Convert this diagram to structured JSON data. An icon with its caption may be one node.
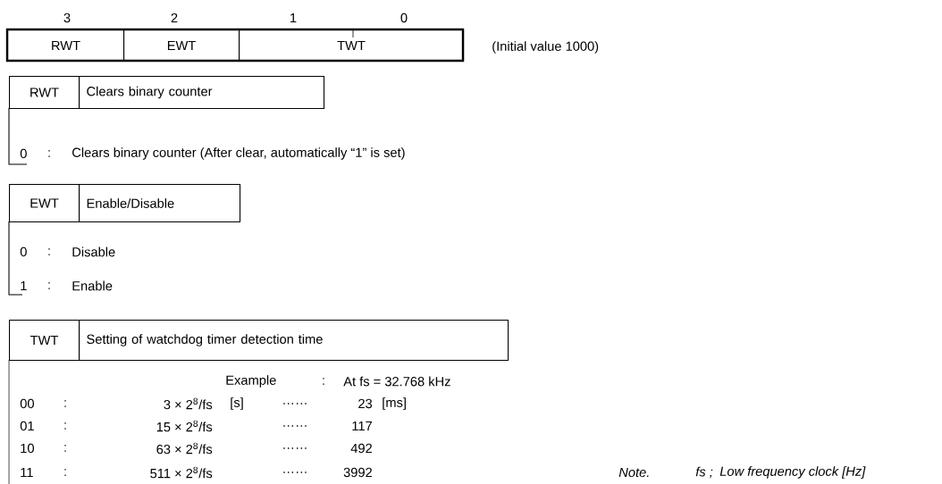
{
  "diagram": {
    "nodes": [
      {
        "text": [
          "RWT"
        ]
      },
      {
        "text": [
          "EWT"
        ]
      },
      {
        "text": [
          "TWT"
        ]
      },
      {
        "text": [
          "RWT"
        ]
      },
      {
        "text": [
          "Clears binary counter"
        ]
      },
      {
        "text": [
          "EWT"
        ]
      },
      {
        "text": [
          "Enable/Disable"
        ]
      },
      {
        "text": [
          "TWT"
        ]
      },
      {
        "text": [
          "Setting of watchdog timer detection time"
        ]
      }
    ],
    "labels": [
      "3",
      "2",
      "1",
      "0",
      "(Initial value 1000)",
      "0",
      ":",
      "Clears binary counter (After clear, automatically “1” is set)",
      "0",
      ":",
      "Disable",
      "1",
      ":",
      "Enable",
      "Example",
      ":",
      "At fs = 32.768 kHz",
      "00",
      ":",
      "3 × 2$^{8}$/fs",
      "[s]",
      "……",
      "23",
      "[ms]",
      "01",
      ":",
      "15 × 2$^{8}$/fs",
      "……",
      "117",
      "10",
      ":",
      "63 × 2$^{8}$/fs",
      "……",
      "492",
      "11",
      ":",
      "511 × 2$^{8}$/fs",
      "……",
      "3992",
      "Note.",
      "fs ;",
      "Low frequency clock [Hz]"
    ]
  }
}
